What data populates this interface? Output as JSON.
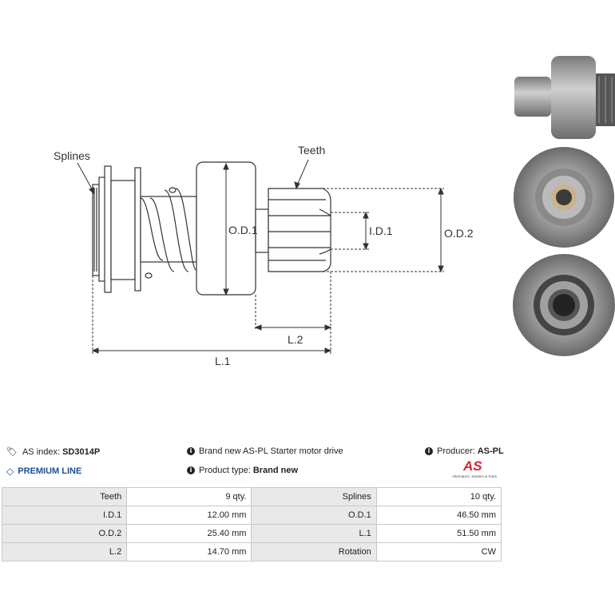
{
  "diagram": {
    "labels": {
      "splines": "Splines",
      "teeth": "Teeth",
      "od1": "O.D.1",
      "id1": "I.D.1",
      "od2": "O.D.2",
      "l2": "L.2",
      "l1": "L.1"
    }
  },
  "header": {
    "as_index_label": "AS index:",
    "as_index_value": "SD3014P",
    "premium_line": "PREMIUM LINE",
    "description": "Brand new AS-PL Starter motor drive",
    "product_type_label": "Product type:",
    "product_type_value": "Brand new",
    "producer_label": "Producer:",
    "producer_value": "AS-PL",
    "logo_text": "AS",
    "logo_subtext": "Alternators, Starters & Parts"
  },
  "specs": [
    {
      "label1": "Teeth",
      "value1": "9 qty.",
      "label2": "Splines",
      "value2": "10 qty."
    },
    {
      "label1": "I.D.1",
      "value1": "12.00 mm",
      "label2": "O.D.1",
      "value2": "46.50 mm"
    },
    {
      "label1": "O.D.2",
      "value1": "25.40 mm",
      "label2": "L.1",
      "value2": "51.50 mm"
    },
    {
      "label1": "L.2",
      "value1": "14.70 mm",
      "label2": "Rotation",
      "value2": "CW"
    }
  ],
  "icons": {
    "tag": "tag-icon",
    "diamond": "diamond-icon",
    "info": "info-icon"
  }
}
